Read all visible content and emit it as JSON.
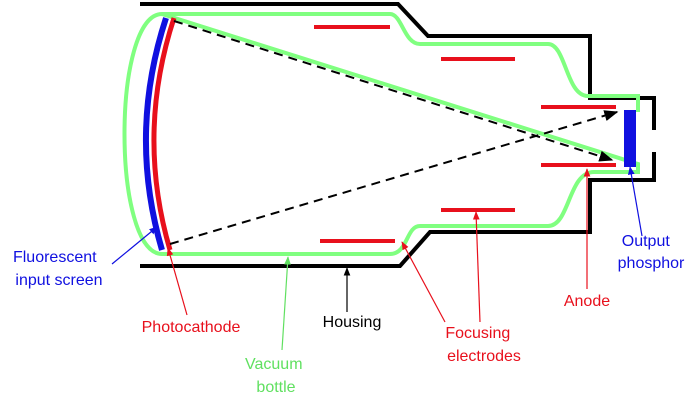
{
  "labels": {
    "fluorescent_input_screen": [
      "Fluorescent",
      "input screen"
    ],
    "photocathode": "Photocathode",
    "vacuum_bottle": [
      "Vacuum",
      "bottle"
    ],
    "housing": "Housing",
    "focusing_electrodes": [
      "Focusing",
      "electrodes"
    ],
    "anode": "Anode",
    "output_phosphor": [
      "Output",
      "phosphor"
    ]
  },
  "colors": {
    "housing": "#000000",
    "vacuum_bottle": "#80ff80",
    "electrodes": "#e8101c",
    "input_screen": "#1010e0",
    "output_phosphor": "#1010e0",
    "photocathode": "#e8101c",
    "blue_label": "#1010e0",
    "red_label": "#e8101c",
    "green_label": "#60e060",
    "black_label": "#000000"
  }
}
